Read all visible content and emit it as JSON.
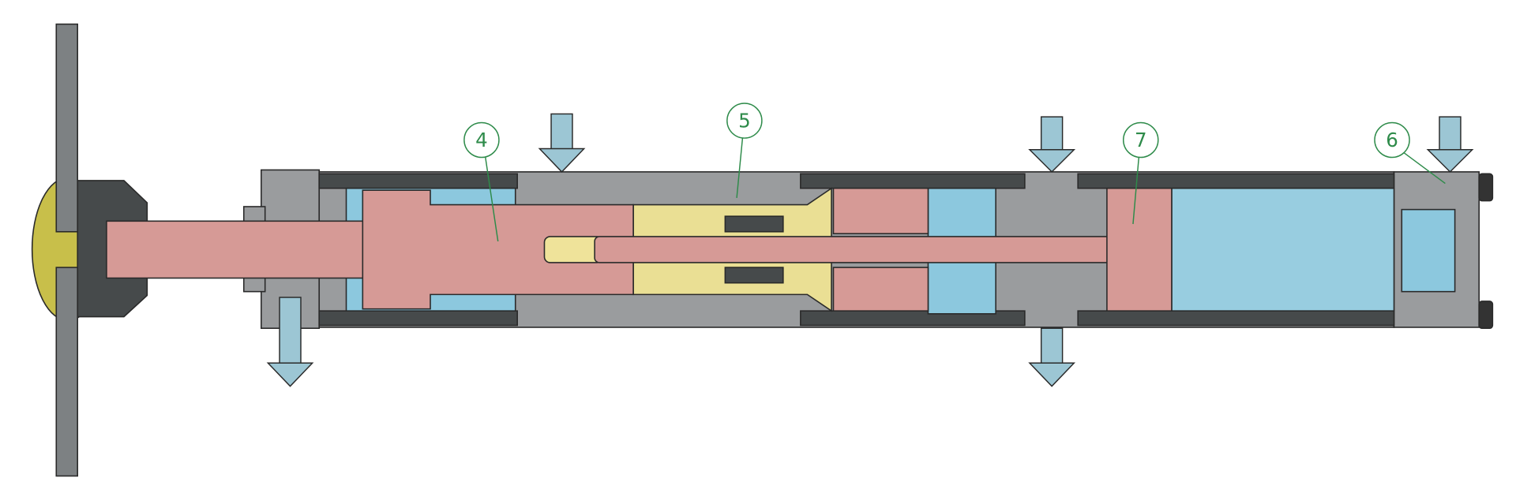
{
  "diagram": {
    "callouts": [
      {
        "id": "4",
        "label": "4"
      },
      {
        "id": "5",
        "label": "5"
      },
      {
        "id": "7",
        "label": "7"
      },
      {
        "id": "6",
        "label": "6"
      }
    ]
  },
  "colors": {
    "callout": "#2e8b4a",
    "piston": "#d69a96",
    "fluid": "#8cc8de",
    "housing": "#9a9c9e",
    "sleeve": "#464a4b",
    "yellow_part": "#eadf94",
    "knob": "#c8bf4a"
  }
}
